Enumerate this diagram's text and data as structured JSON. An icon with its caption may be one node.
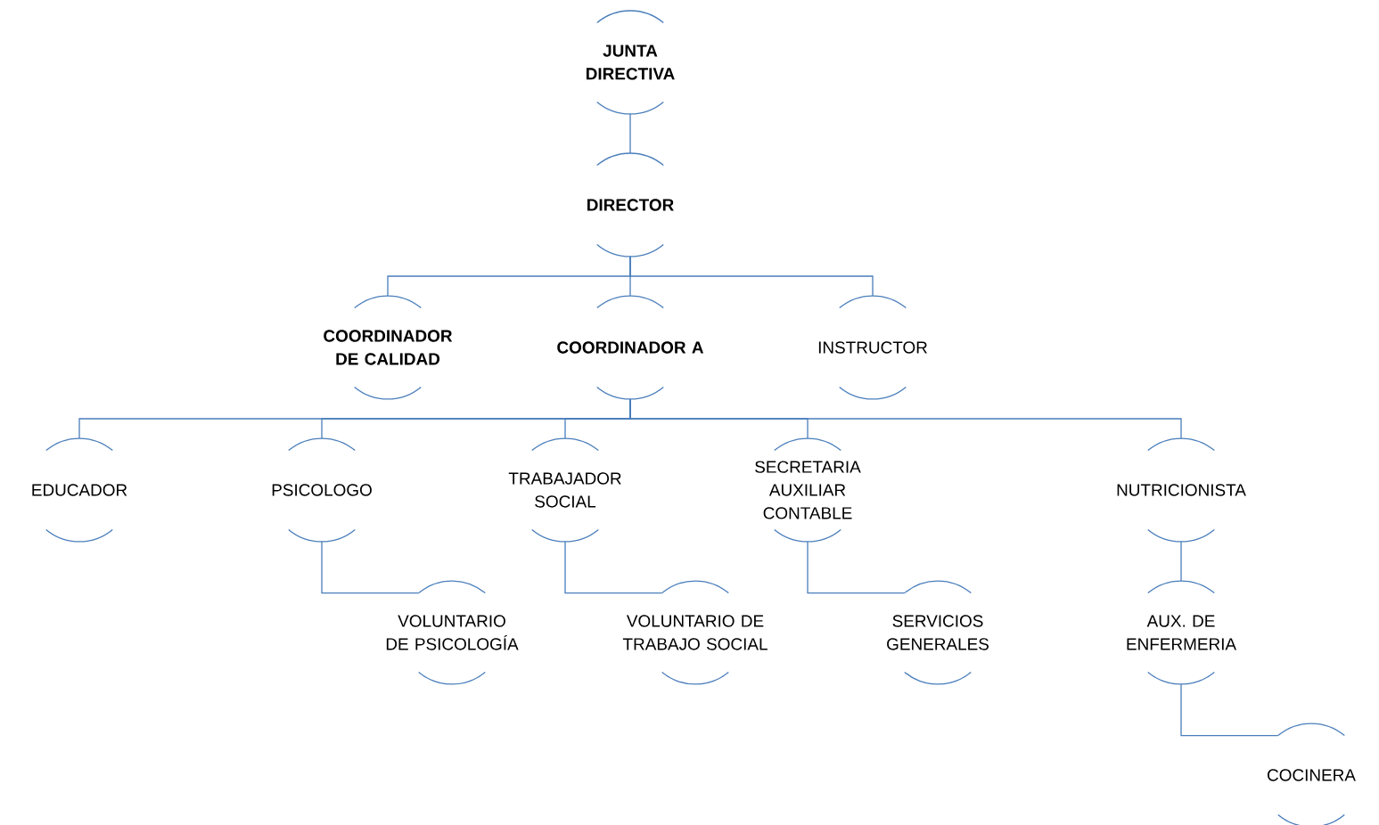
{
  "diagram": {
    "nodes": [
      {
        "text": [
          "JUNTA DIRECTIVA"
        ]
      },
      {
        "text": [
          "DIRECTOR"
        ]
      },
      {
        "text": [
          "COORDINADOR DE CALIDAD"
        ]
      },
      {
        "text": [
          "COORDINADOR A"
        ]
      },
      {
        "text": [
          "INSTRUCTOR"
        ]
      },
      {
        "text": [
          "EDUCADOR"
        ]
      },
      {
        "text": [
          "PSICOLOGO"
        ]
      },
      {
        "text": [
          "TRABAJADOR SOCIAL"
        ]
      },
      {
        "text": [
          "SECRETARIA AUXILIAR CONTABLE"
        ]
      },
      {
        "text": [
          "NUTRICIONISTA"
        ]
      },
      {
        "text": [
          "VOLUNTARIO DE PSICOLOGÍA"
        ]
      },
      {
        "text": [
          "VOLUNTARIO DE TRABAJO SOCIAL"
        ]
      },
      {
        "text": [
          "SERVICIOS GENERALES"
        ]
      },
      {
        "text": [
          "AUX. DE ENFERMERIA"
        ]
      },
      {
        "text": [
          "COCINERA"
        ]
      }
    ],
    "edges": [
      {
        "from": 0,
        "to": 1,
        "arrow": "none"
      },
      {
        "from": 1,
        "to": 2,
        "arrow": "none"
      },
      {
        "from": 1,
        "to": 3,
        "arrow": "none"
      },
      {
        "from": 1,
        "to": 4,
        "arrow": "none"
      },
      {
        "from": 3,
        "to": 5,
        "arrow": "none"
      },
      {
        "from": 3,
        "to": 6,
        "arrow": "none"
      },
      {
        "from": 3,
        "to": 7,
        "arrow": "none"
      },
      {
        "from": 3,
        "to": 8,
        "arrow": "none"
      },
      {
        "from": 3,
        "to": 9,
        "arrow": "none"
      },
      {
        "from": 6,
        "to": 10,
        "arrow": "none"
      },
      {
        "from": 7,
        "to": 11,
        "arrow": "none"
      },
      {
        "from": 8,
        "to": 12,
        "arrow": "none"
      },
      {
        "from": 9,
        "to": 13,
        "arrow": "none"
      },
      {
        "from": 13,
        "to": 14,
        "arrow": "none"
      }
    ]
  }
}
